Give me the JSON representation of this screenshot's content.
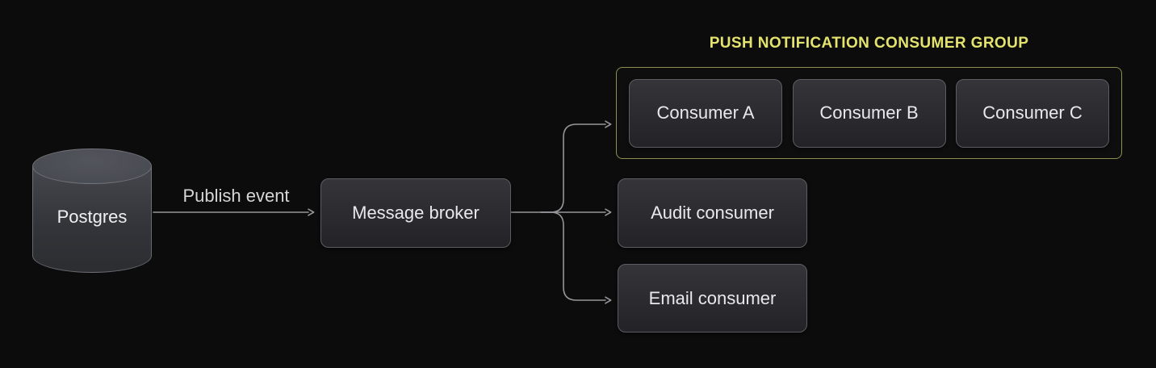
{
  "colors": {
    "background": "#0c0c0c",
    "node_border": "#5c5c64",
    "node_fill_top": "#353539",
    "node_fill_bottom": "#232327",
    "node_text": "#e9e9eb",
    "edge_line": "#96969a",
    "edge_label_text": "#d6d6d6",
    "group_border": "#8f8f52",
    "group_title_text": "#e3e36e"
  },
  "nodes": {
    "postgres": {
      "label": "Postgres",
      "shape": "cylinder"
    },
    "message_broker": {
      "label": "Message broker"
    },
    "audit_consumer": {
      "label": "Audit consumer"
    },
    "email_consumer": {
      "label": "Email consumer"
    }
  },
  "edges": {
    "publish_event": {
      "label": "Publish event"
    }
  },
  "group": {
    "title": "PUSH NOTIFICATION CONSUMER GROUP",
    "consumers": [
      {
        "label": "Consumer A"
      },
      {
        "label": "Consumer B"
      },
      {
        "label": "Consumer C"
      }
    ]
  }
}
